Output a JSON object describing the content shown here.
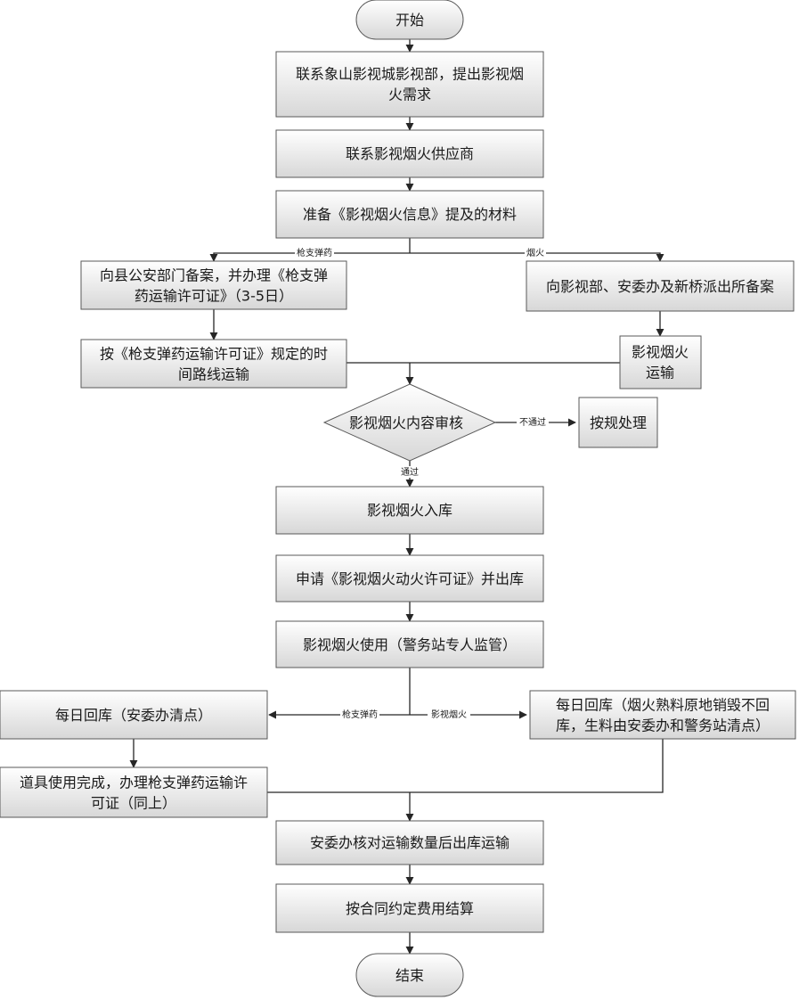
{
  "nodes": {
    "start": [
      "开始"
    ],
    "contact_studio": [
      "联系象山影视城影视部，提出影视烟",
      "火需求"
    ],
    "contact_supplier": [
      "联系影视烟火供应商"
    ],
    "prepare_materials": [
      "准备《影视烟火信息》提及的材料"
    ],
    "police_filing": [
      "向县公安部门备案，并办理《枪支弹",
      "药运输许可证》（3-5日）"
    ],
    "firework_filing": [
      "向影视部、安委办及新桥派出所备案"
    ],
    "transport_by_permit": [
      "按《枪支弹药运输许可证》规定的时",
      "间路线运输"
    ],
    "firework_transport": [
      "影视烟火",
      "运输"
    ],
    "review": [
      "影视烟火内容审核"
    ],
    "handle_by_rules": [
      "按规处理"
    ],
    "storage_in": [
      "影视烟火入库"
    ],
    "apply_permit": [
      "申请《影视烟火动火许可证》并出库"
    ],
    "usage": [
      "影视烟火使用（警务站专人监管）"
    ],
    "daily_return_left": [
      "每日回库（安委办清点）"
    ],
    "daily_return_right": [
      "每日回库（烟火熟料原地销毁不回",
      "库，生料由安委办和警务站清点）"
    ],
    "props_done": [
      "道具使用完成，办理枪支弹药运输许",
      "可证（同上）"
    ],
    "check_out": [
      "安委办核对运输数量后出库运输"
    ],
    "settlement": [
      "按合同约定费用结算"
    ],
    "end": [
      "结束"
    ]
  },
  "edge_labels": {
    "guns_top": "枪支弹药",
    "fireworks_top": "烟火",
    "not_pass": "不通过",
    "pass": "通过",
    "guns_bottom": "枪支弹药",
    "fireworks_bottom": "影视烟火"
  },
  "colors": {
    "box_fill_top": "#ffffff",
    "box_fill_bottom": "#d7d7d7",
    "stroke": "#595959",
    "line": "#262626",
    "text": "#1a1a1a"
  }
}
